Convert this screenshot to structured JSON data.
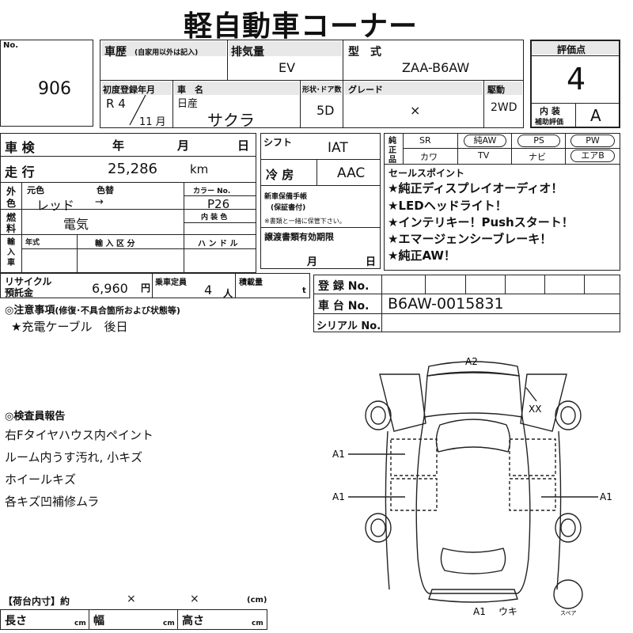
{
  "title": "軽自動車コーナー",
  "header": {
    "no_label": "No.",
    "no_value": "906",
    "history_label": "車歴",
    "history_note": "(自家用以外は記入)",
    "displacement_label": "排気量",
    "displacement_value": "EV",
    "model_label": "型　式",
    "model_value": "ZAA-B6AW",
    "score_label": "評価点",
    "score_value": "4",
    "first_reg_label": "初度登録年月",
    "first_reg_era": "R 4",
    "first_reg_month": "11 月",
    "car_name_label": "車　名",
    "maker": "日産",
    "car_name": "サクラ",
    "doors_label": "形状･ドア数",
    "doors_value": "5D",
    "grade_label": "グレード",
    "grade_value": "×",
    "drive_label": "駆動",
    "drive_value": "2WD",
    "interior_label": "内 装",
    "interior_sub_label": "補助評価",
    "interior_value": "A"
  },
  "left": {
    "inspection_label": "車 検",
    "year_label": "年",
    "month_label": "月",
    "day_label": "日",
    "mileage_label": "走 行",
    "mileage_value": "25,286",
    "mileage_unit": "km",
    "exterior_label_1": "外",
    "exterior_label_2": "色",
    "orig_color_label": "元色",
    "color_change_label": "色替",
    "color_value": "レッド",
    "color_arrow": "→",
    "color_no_label": "カラー No.",
    "color_no_value": "P26",
    "fuel_label_1": "燃",
    "fuel_label_2": "料",
    "fuel_value": "電気",
    "interior_color_label": "内 装 色",
    "import_label": "輸入車",
    "import_year_label": "年式",
    "import_type_label": "輸 入 区 分",
    "handle_label": "ハ ン ド ル",
    "recycle_label": "リサイクル",
    "recycle_label_2": "預託金",
    "recycle_value": "6,960",
    "recycle_unit": "円",
    "capacity_label": "乗車定員",
    "capacity_value": "4",
    "capacity_unit": "人",
    "load_label": "積載量",
    "load_unit": "t"
  },
  "middle": {
    "shift_label": "シフト",
    "shift_value": "IAT",
    "ac_label": "冷 房",
    "ac_value": "AAC",
    "manual_label": "新車保備手帳",
    "manual_sub": "(保証書付)",
    "manual_note": "※書類と一緒に保管下さい。",
    "transfer_label": "譲渡書類有効期限",
    "transfer_month": "月",
    "transfer_day": "日"
  },
  "equipment": {
    "label_chars": [
      "純",
      "正",
      "品"
    ],
    "items": [
      {
        "text": "SR",
        "circled": false
      },
      {
        "text": "純AW",
        "circled": true
      },
      {
        "text": "PS",
        "circled": true
      },
      {
        "text": "PW",
        "circled": true
      },
      {
        "text": "カワ",
        "circled": false
      },
      {
        "text": "TV",
        "circled": false
      },
      {
        "text": "ナビ",
        "circled": false
      },
      {
        "text": "エアB",
        "circled": true
      }
    ]
  },
  "sales_points": {
    "label": "セールスポイント",
    "items": [
      "★純正ディスプレイオーディオ！",
      "★LEDヘッドライト！",
      "★インテリキー！Pushスタート！",
      "★エマージェンシーブレーキ！",
      "★純正AW！"
    ]
  },
  "registration": {
    "reg_label": "登 録 No.",
    "chassis_label": "車 台 No.",
    "chassis_value": "B6AW-0015831",
    "serial_label": "シリアル No."
  },
  "notes": {
    "label": "◎注意事項",
    "label_note": "(修復･不具合箇所および状態等)",
    "items": [
      "★充電ケーブル　後日"
    ]
  },
  "inspector": {
    "label": "◎検査員報告",
    "items": [
      "右Fタイヤハウス内ペイント",
      "ルーム内うす汚れ, 小キズ",
      "ホイールキズ",
      "各キズ凹補修ムラ"
    ]
  },
  "diagram": {
    "marks": {
      "top": "A2",
      "right_front": "XX",
      "left_upper": "A1",
      "left_lower": "A1",
      "right_lower": "A1",
      "bottom_a": "A1",
      "bottom_b": "ウキ",
      "spare": "スペア"
    }
  },
  "cargo": {
    "label": "【荷台内寸】約",
    "x1": "×",
    "x2": "×",
    "unit": "(cm)",
    "length_label": "長さ",
    "width_label": "幅",
    "height_label": "高さ",
    "cm": "cm"
  }
}
